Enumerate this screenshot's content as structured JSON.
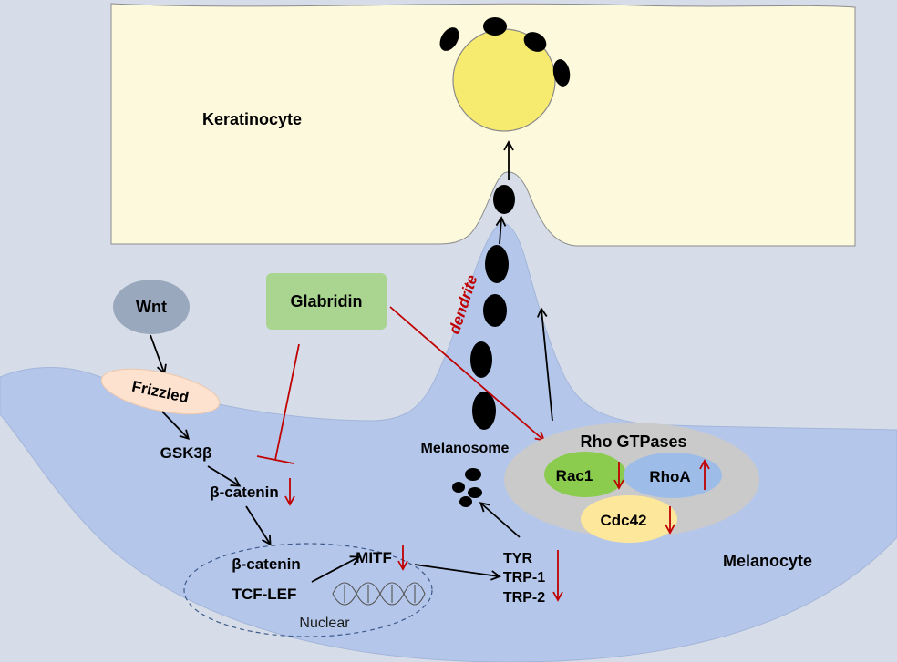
{
  "cells": {
    "keratinocyte": "Keratinocyte",
    "melanocyte": "Melanocyte",
    "dendrite": "dendrite"
  },
  "pathway": {
    "wnt": "Wnt",
    "frizzled": "Frizzled",
    "gsk3b": "GSK3β",
    "beta_catenin": {
      "label": "β-catenin",
      "indicator": "red-down-arrow-icon"
    },
    "nucleus": {
      "label": "Nuclear",
      "beta_catenin": "β-catenin",
      "tcf_lef": "TCF-LEF",
      "mitf": {
        "label": "MITF",
        "indicator": "red-down-arrow-icon"
      }
    },
    "enzymes": {
      "items": [
        "TYR",
        "TRP-1",
        "TRP-2"
      ],
      "indicator": "red-down-arrow-icon"
    },
    "melanosome": "Melanosome"
  },
  "drug": {
    "label": "Glabridin"
  },
  "rho_gtpases": {
    "label": "Rho GTPases",
    "members": [
      {
        "label": "Rac1",
        "indicator": "red-down-arrow-icon"
      },
      {
        "label": "RhoA",
        "indicator": "red-up-arrow-icon"
      },
      {
        "label": "Cdc42",
        "indicator": "red-down-arrow-icon"
      }
    ]
  },
  "colors": {
    "background": "#d6dde8",
    "keratinocyte": "#fdf9dc",
    "keratinocyte_nucleus": "#f6eb6e",
    "melanocyte": "#b4c7ea",
    "melanosome": "#000000",
    "wnt": "#9aa8be",
    "frizzled": "#fde2cf",
    "glabridin": "#a9d590",
    "rho_gtpases": "#cacaca",
    "rac1": "#8bcc4f",
    "rhoa": "#9dbde8",
    "cdc42": "#fde79b",
    "inhibition": "#c00000"
  }
}
